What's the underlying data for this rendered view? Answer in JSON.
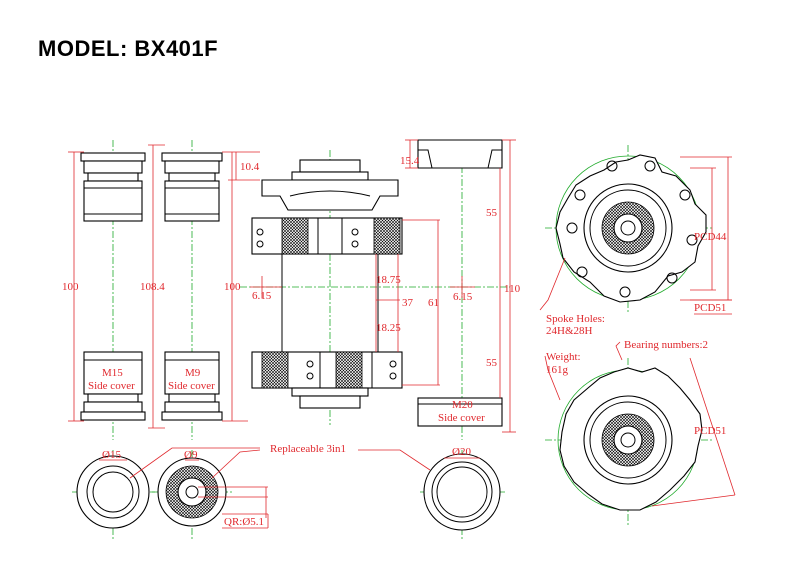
{
  "title": "MODEL:  BX401F",
  "labels": {
    "d100a": "100",
    "d108": "108.4",
    "d100b": "100",
    "d104": "10.4",
    "d615a": "6.15",
    "d1875": "18.75",
    "d37": "37",
    "d1825": "18.25",
    "d61": "61",
    "d154": "15.4",
    "d55a": "55",
    "d615b": "6.15",
    "d110": "110",
    "d55b": "55",
    "m15": "M15",
    "m15b": "Side cover",
    "m9": "M9",
    "m9b": "Side cover",
    "m20": "M20",
    "m20b": "Side cover",
    "dia15": "Ø15",
    "dia9": "Ø9",
    "dia20": "Ø20",
    "replaceable": "Replaceable 3in1",
    "qr": "QR:Ø5.1",
    "pcd44": "PCD44",
    "pcd51a": "PCD51",
    "spoke1": "Spoke Holes:",
    "spoke2": "24H&28H",
    "weight1": "Weight:",
    "weight2": "161g",
    "bearing": "Bearing numbers:2",
    "pcd51b": "PCD51"
  }
}
